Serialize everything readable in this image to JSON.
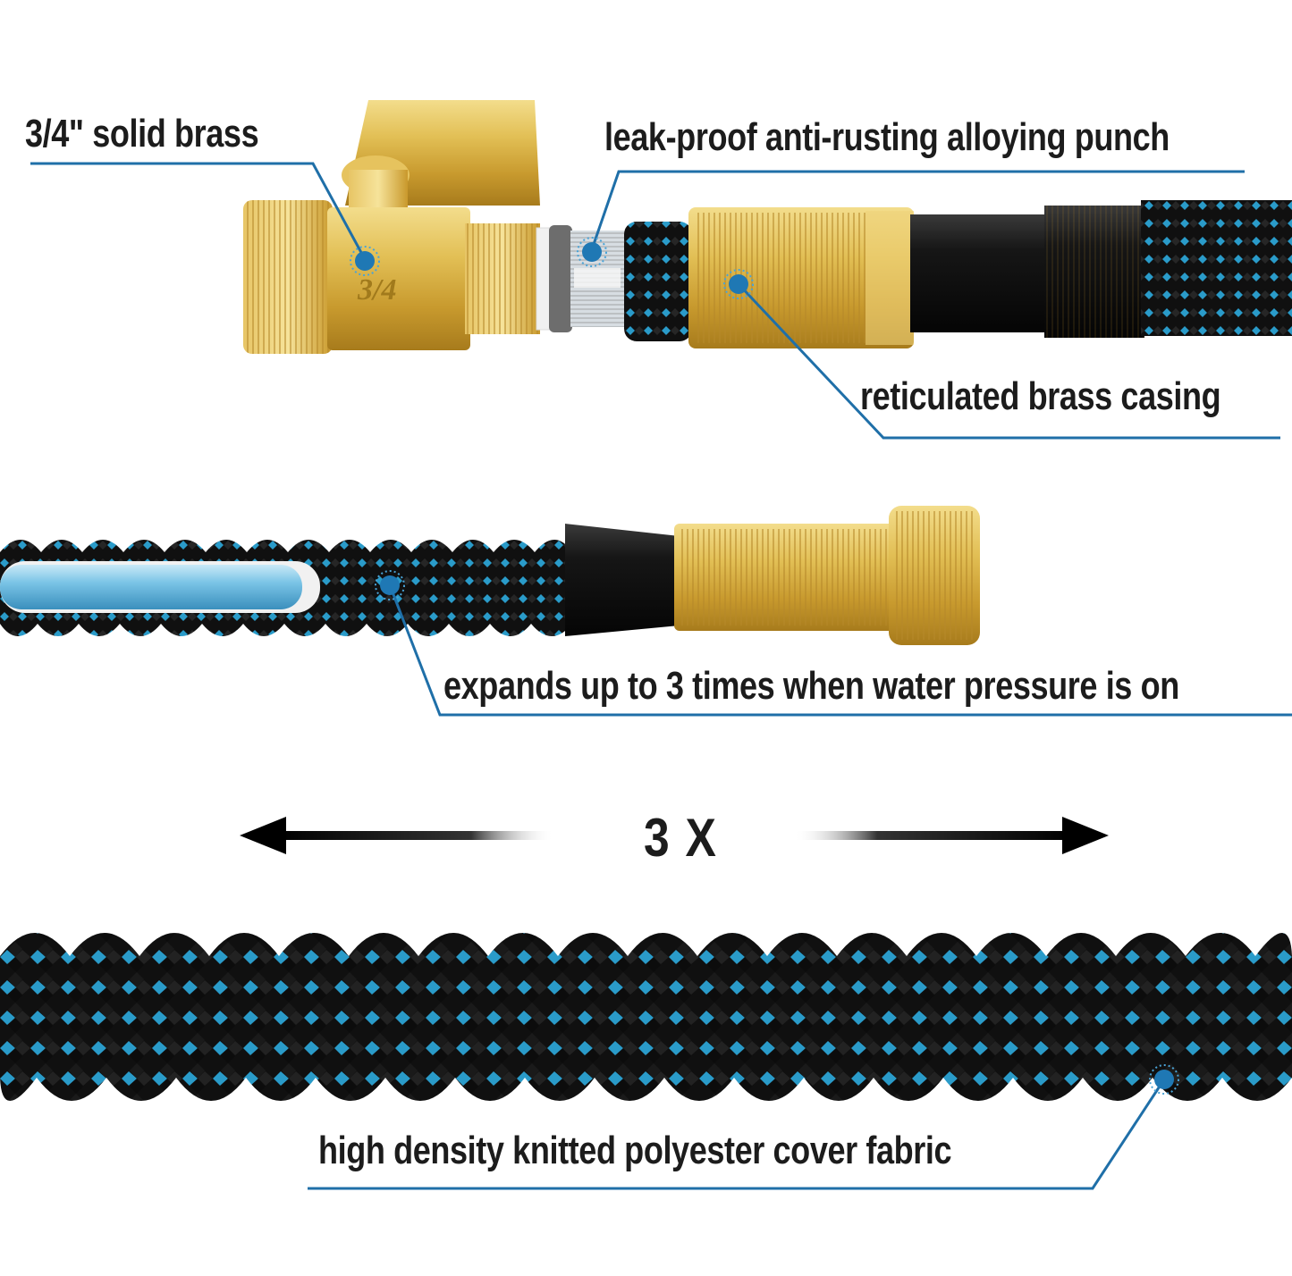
{
  "callouts": {
    "brass_size": "3/4\" solid brass",
    "punch": "leak-proof anti-rusting alloying punch",
    "casing": "reticulated brass casing",
    "expands": "expands up to 3 times when water pressure is on",
    "fabric": "high density knitted polyester cover fabric"
  },
  "expansion_marker": "3 X",
  "valve_stamp": "3/4",
  "colors": {
    "leader_line": "#1f6fa8",
    "dot": "#1f78b4",
    "brass": "#d9b54a",
    "hose_black": "#141414",
    "hose_blue": "#2a9bc9"
  }
}
